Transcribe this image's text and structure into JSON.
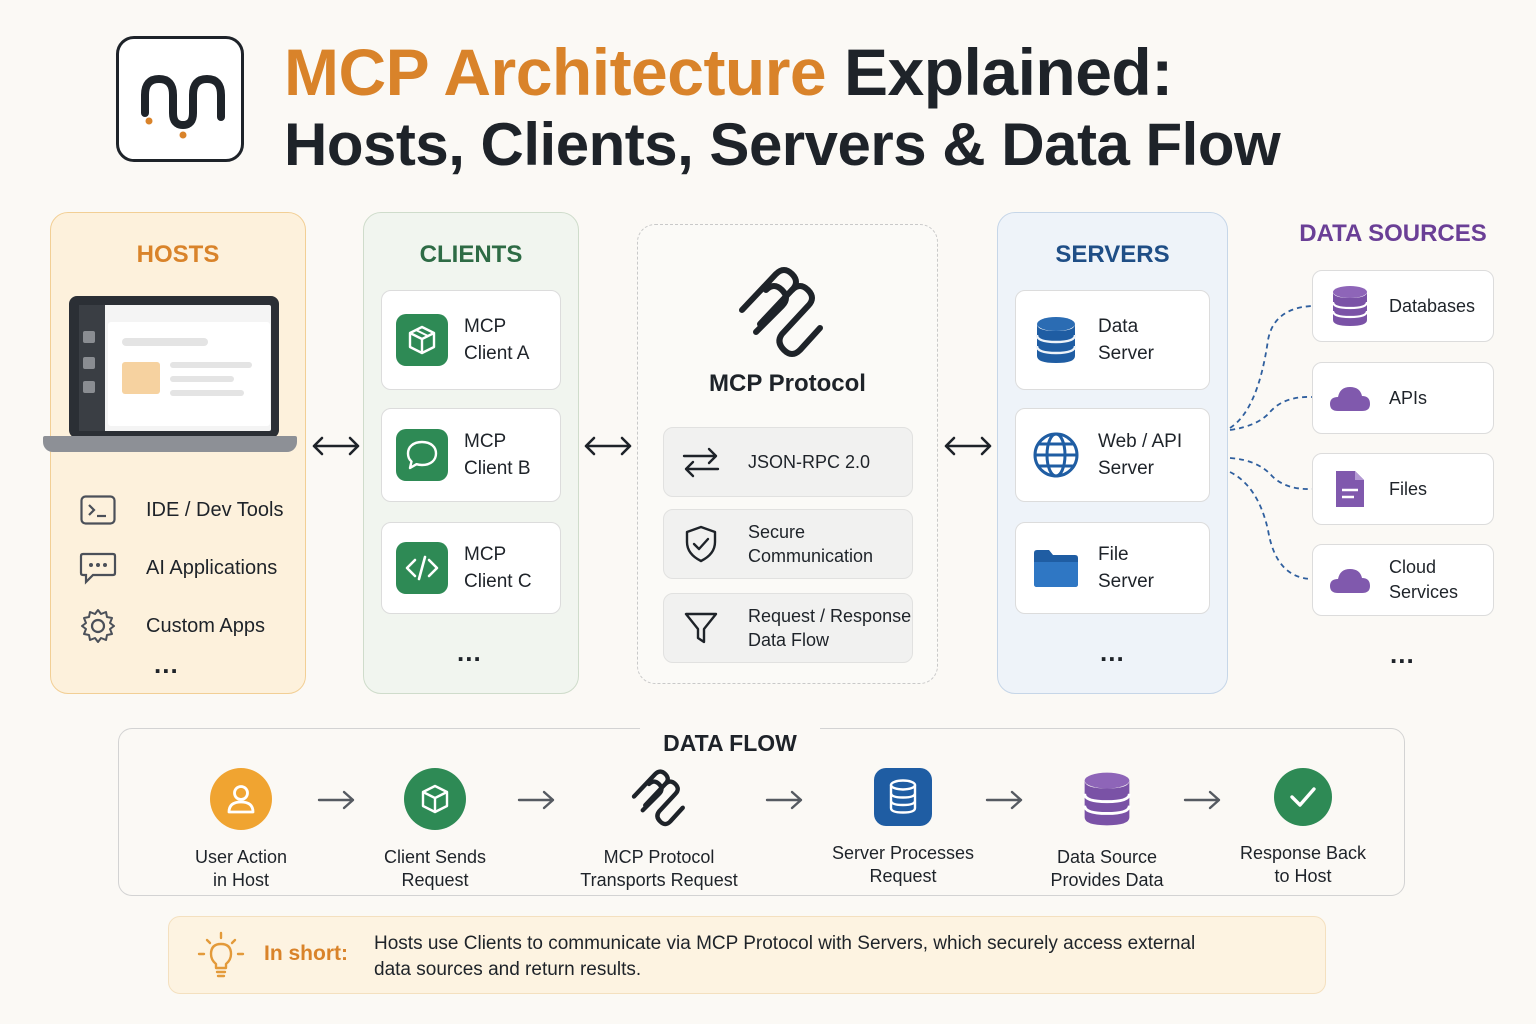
{
  "header": {
    "title_accent": "MCP Architecture",
    "title_rest": "Explained:",
    "subtitle": "Hosts, Clients, Servers & Data Flow",
    "logo_icon": "mcp-logo-icon"
  },
  "hosts": {
    "title": "HOSTS",
    "items": [
      {
        "label": "IDE / Dev Tools",
        "icon": "terminal-icon"
      },
      {
        "label": "AI Applications",
        "icon": "chat-bubble-icon"
      },
      {
        "label": "Custom Apps",
        "icon": "gear-icon"
      }
    ],
    "more": "..."
  },
  "clients": {
    "title": "CLIENTS",
    "items": [
      {
        "line1": "MCP",
        "line2": "Client A",
        "icon": "cube-icon"
      },
      {
        "line1": "MCP",
        "line2": "Client B",
        "icon": "chat-bubble-icon"
      },
      {
        "line1": "MCP",
        "line2": "Client C",
        "icon": "code-icon"
      }
    ],
    "more": "..."
  },
  "protocol": {
    "title": "MCP Protocol",
    "items": [
      {
        "line1": "JSON-RPC 2.0",
        "line2": "",
        "icon": "swap-arrows-icon"
      },
      {
        "line1": "Secure",
        "line2": "Communication",
        "icon": "shield-check-icon"
      },
      {
        "line1": "Request / Response",
        "line2": "Data Flow",
        "icon": "funnel-icon"
      }
    ]
  },
  "servers": {
    "title": "SERVERS",
    "items": [
      {
        "line1": "Data",
        "line2": "Server",
        "icon": "database-icon"
      },
      {
        "line1": "Web / API",
        "line2": "Server",
        "icon": "globe-icon"
      },
      {
        "line1": "File",
        "line2": "Server",
        "icon": "folder-icon"
      }
    ],
    "more": "..."
  },
  "data_sources": {
    "title": "DATA SOURCES",
    "items": [
      {
        "line1": "Databases",
        "line2": "",
        "icon": "database-icon"
      },
      {
        "line1": "APIs",
        "line2": "",
        "icon": "cloud-icon"
      },
      {
        "line1": "Files",
        "line2": "",
        "icon": "file-icon"
      },
      {
        "line1": "Cloud",
        "line2": "Services",
        "icon": "cloud-icon"
      }
    ],
    "more": "..."
  },
  "data_flow": {
    "title": "DATA FLOW",
    "steps": [
      {
        "line1": "User Action",
        "line2": "in Host",
        "icon": "user-icon"
      },
      {
        "line1": "Client Sends",
        "line2": "Request",
        "icon": "cube-icon"
      },
      {
        "line1": "MCP Protocol",
        "line2": "Transports Request",
        "icon": "mcp-protocol-icon"
      },
      {
        "line1": "Server Processes",
        "line2": "Request",
        "icon": "database-icon"
      },
      {
        "line1": "Data Source",
        "line2": "Provides Data",
        "icon": "database-icon"
      },
      {
        "line1": "Response Back",
        "line2": "to Host",
        "icon": "check-icon"
      }
    ]
  },
  "summary": {
    "label": "In short:",
    "line1": "Hosts use Clients to communicate via MCP Protocol with Servers, which securely access external",
    "line2": "data sources and return results.",
    "icon": "lightbulb-icon"
  },
  "colors": {
    "hosts_accent": "#d9832a",
    "clients_accent": "#2e6b45",
    "servers_accent": "#1f4e86",
    "data_sources_accent": "#6a3f96"
  }
}
